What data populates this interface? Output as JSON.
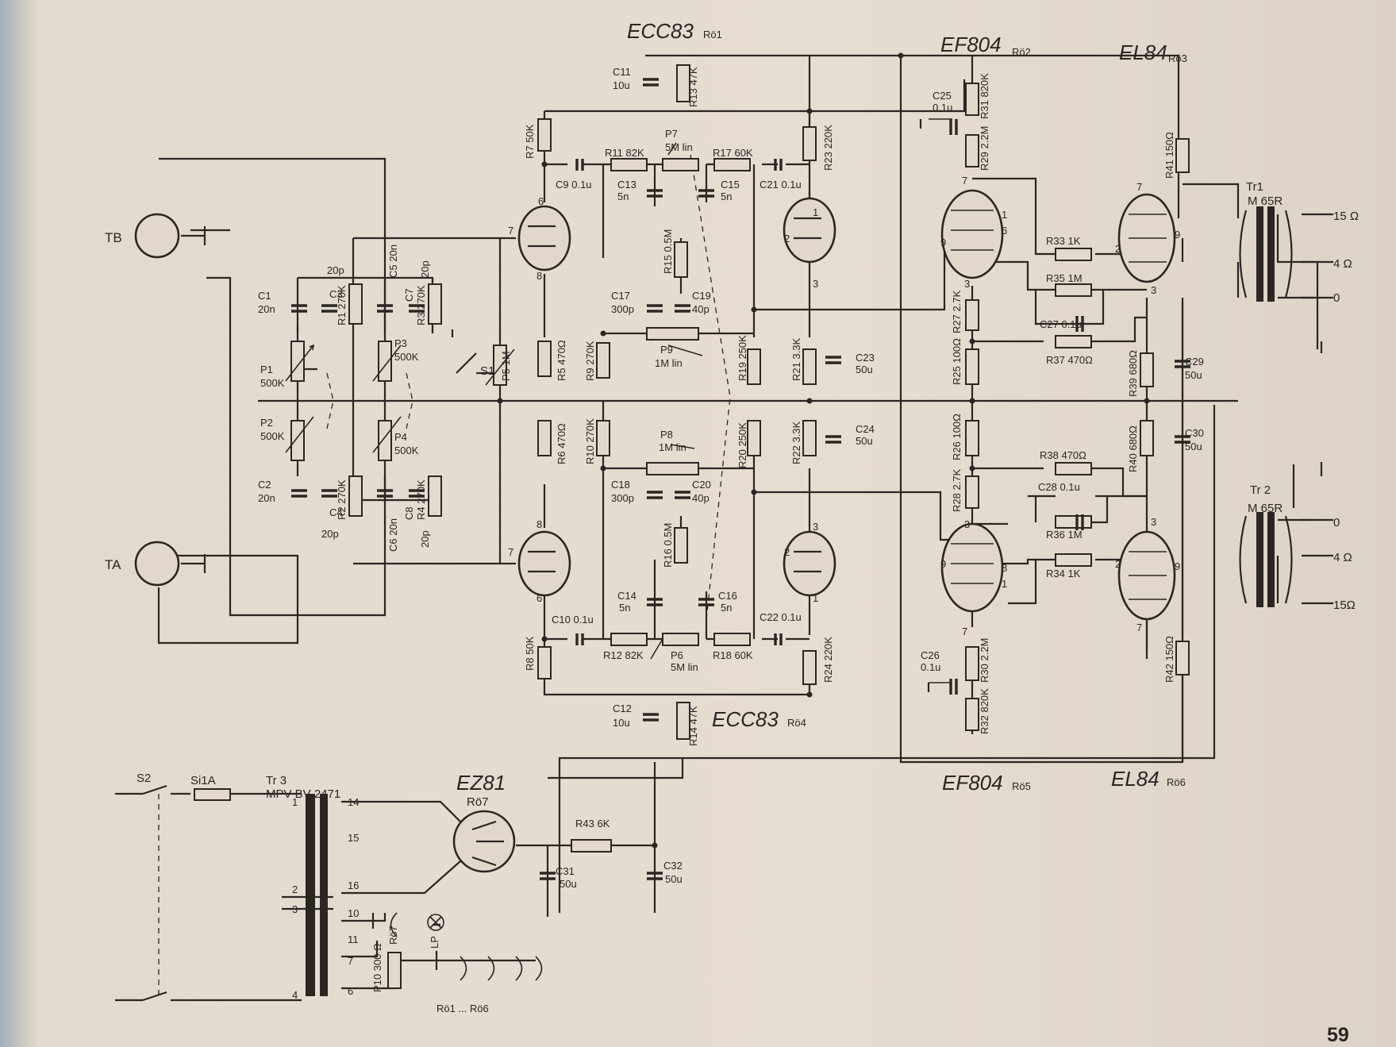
{
  "page_number": "59",
  "tubes": {
    "ecc83_top": "ECC83",
    "ref_roe1": "Rö1",
    "ef804_top": "EF804",
    "ref_roe2": "Rö2",
    "el84_top": "EL84",
    "ref_roe3": "Rö3",
    "ecc83_bottom": "ECC83",
    "ref_roe4": "Rö4",
    "ef804_bottom": "EF804",
    "ref_roe5": "Rö5",
    "el84_bottom": "EL84",
    "ref_roe6": "Rö6",
    "ez81": "EZ81",
    "ref_roe7": "Rö7"
  },
  "connectors": {
    "tb": "TB",
    "ta": "TA"
  },
  "transformers": {
    "tr1": "Tr1",
    "tr1_type": "M 65R",
    "tr2": "Tr 2",
    "tr2_type": "M 65R",
    "tr3": "Tr 3",
    "tr3_type": "MPV BV 2471"
  },
  "taps": {
    "top_15": "15 Ω",
    "top_4": "4 Ω",
    "top_0": "0",
    "bottom_0": "0",
    "bottom_4": "4 Ω",
    "bottom_15": "15Ω"
  },
  "switches": {
    "s1": "S1",
    "s2": "S2",
    "fuse": "Si1A"
  },
  "power": {
    "lp": "LP",
    "roe7": "Rö7",
    "p10": "P10 300 Ω",
    "roe1_6": "Rö1 ... Rö6",
    "pin1": "1",
    "pin2": "2",
    "pin3": "3",
    "pin4": "4",
    "pin14": "14",
    "pin15": "15",
    "pin16": "16",
    "pin10": "10",
    "pin11": "11",
    "pin7": "7",
    "pin6": "6"
  },
  "labels": {
    "C1": "C1",
    "C1v": "20n",
    "C2": "C2",
    "C2v": "20n",
    "C3": "C3",
    "C3v": "20p",
    "C4": "C4",
    "C4v": "20p",
    "C5": "C5 20n",
    "C6": "C6 20n",
    "C7": "C7",
    "C7v": "20p",
    "C8": "C8",
    "C8v": "20p",
    "C9": "C9 0.1u",
    "C10": "C10 0.1u",
    "C11": "C11",
    "C11v": "10u",
    "C12": "C12",
    "C12v": "10u",
    "C13": "C13",
    "C13v": "5n",
    "C14": "C14",
    "C14v": "5n",
    "C15": "C15",
    "C15v": "5n",
    "C16": "C16",
    "C16v": "5n",
    "C17": "C17",
    "C17v": "300p",
    "C18": "C18",
    "C18v": "300p",
    "C19": "C19",
    "C19v": "40p",
    "C20": "C20",
    "C20v": "40p",
    "C21": "C21 0.1u",
    "C22": "C22 0.1u",
    "C23": "C23",
    "C23v": "50u",
    "C24": "C24",
    "C24v": "50u",
    "C25": "C25",
    "C25v": "0.1u",
    "C26": "C26",
    "C26v": "0.1u",
    "C27": "C27  0.1u",
    "C28": "C28    0.1u",
    "C29": "C29",
    "C29v": "50u",
    "C30": "C30",
    "C30v": "50u",
    "C31": "C31",
    "C31v": "50u",
    "C32": "C32",
    "C32v": "50u",
    "R1": "R1 270K",
    "R2": "R2 270K",
    "R3": "R3 270K",
    "R4": "R4 270K",
    "R5": "R5 470Ω",
    "R6": "R6 470Ω",
    "R7": "R7 50K",
    "R8": "R8 50K",
    "R9": "R9 270K",
    "R10": "R10 270K",
    "R11": "R11 82K",
    "R12": "R12 82K",
    "R13": "R13 47K",
    "R14": "R14 47K",
    "R15": "R15 0.5M",
    "R16": "R16 0.5M",
    "R17": "R17 60K",
    "R18": "R18 60K",
    "R19": "R19 250K",
    "R20": "R20 250K",
    "R21": "R21 3.3K",
    "R22": "R22 3.3K",
    "R23": "R23 220K",
    "R24": "R24 220K",
    "R25": "R25 100Ω",
    "R26": "R26 100Ω",
    "R27": "R27 2.7K",
    "R28": "R28 2.7K",
    "R29": "R29 2.2M",
    "R30": "R30 2.2M",
    "R31": "R31 820K",
    "R32": "R32 820K",
    "R33": "R33 1K",
    "R34": "R34 1K",
    "R35": "R35 1M",
    "R36": "R36 1M",
    "R37": "R37 470Ω",
    "R38": "R38 470Ω",
    "R39": "R39 680Ω",
    "R40": "R40 680Ω",
    "R41": "R41 150Ω",
    "R42": "R42 150Ω",
    "R43": "R43 6K",
    "P1": "P1",
    "P1v": "500K",
    "P2": "P2",
    "P2v": "500K",
    "P3": "P3",
    "P3v": "500K",
    "P4": "P4",
    "P4v": "500K",
    "P5": "P5 1M",
    "P6": "P6",
    "P6v": "5M lin",
    "P7": "P7",
    "P7v": "5M lin",
    "P8": "P8",
    "P8v": "1M lin",
    "P9": "P9",
    "P9v": "1M lin"
  },
  "pins": {
    "a6": "6",
    "a7": "7",
    "a8": "8",
    "b8": "8",
    "b7": "7",
    "b6": "6",
    "c1": "1",
    "c2": "2",
    "c3": "3",
    "d3": "3",
    "d2": "2",
    "d1": "1",
    "e7": "7",
    "e9": "9",
    "e1": "1",
    "e6": "6",
    "e3": "3",
    "f3": "3",
    "f9": "9",
    "f8": "8",
    "f1": "1",
    "f7": "7",
    "g7": "7",
    "g2": "2",
    "g9": "9",
    "g3": "3",
    "h3": "3",
    "h2": "2",
    "h9": "9",
    "h7": "7"
  }
}
